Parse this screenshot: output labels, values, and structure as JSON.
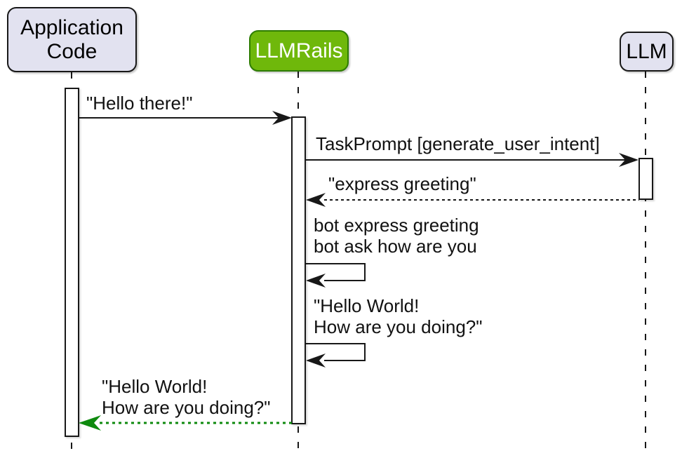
{
  "diagram": {
    "type": "sequence-diagram",
    "participants": [
      {
        "id": "application_code",
        "label": "Application\nCode",
        "fill": "#E2E2F0",
        "border": "#181818",
        "text_color": "#000000"
      },
      {
        "id": "llmrails",
        "label": "LLMRails",
        "fill": "#6FB80B",
        "border": "#2E7D00",
        "text_color": "#FFFFFF"
      },
      {
        "id": "llm",
        "label": "LLM",
        "fill": "#E2E2F0",
        "border": "#181818",
        "text_color": "#000000"
      }
    ],
    "messages": [
      {
        "index": 1,
        "label": "\"Hello there!\"",
        "from": "application_code",
        "to": "llmrails",
        "line_style": "solid",
        "color": "#181818"
      },
      {
        "index": 2,
        "label": "TaskPrompt [generate_user_intent]",
        "from": "llmrails",
        "to": "llm",
        "line_style": "solid",
        "color": "#181818"
      },
      {
        "index": 3,
        "label": "\"express greeting\"",
        "from": "llm",
        "to": "llmrails",
        "line_style": "dotted",
        "color": "#181818"
      },
      {
        "index": 4,
        "label": "bot express greeting\nbot ask how are you",
        "from": "llmrails",
        "to": "llmrails",
        "line_style": "solid",
        "color": "#181818"
      },
      {
        "index": 5,
        "label": "\"Hello World!\nHow are you doing?\"",
        "from": "llmrails",
        "to": "llmrails",
        "line_style": "solid",
        "color": "#181818"
      },
      {
        "index": 6,
        "label": "\"Hello World!\nHow are you doing?\"",
        "from": "llmrails",
        "to": "application_code",
        "line_style": "dotted",
        "color": "#0E8A0E"
      }
    ],
    "colors": {
      "background": "#FFFFFF",
      "participant_fill": "#E2E2F0",
      "participant_border": "#181818",
      "llmrails_fill": "#6FB80B",
      "llmrails_text": "#FFFFFF",
      "arrow_black": "#181818",
      "arrow_green": "#0E8A0E"
    }
  }
}
